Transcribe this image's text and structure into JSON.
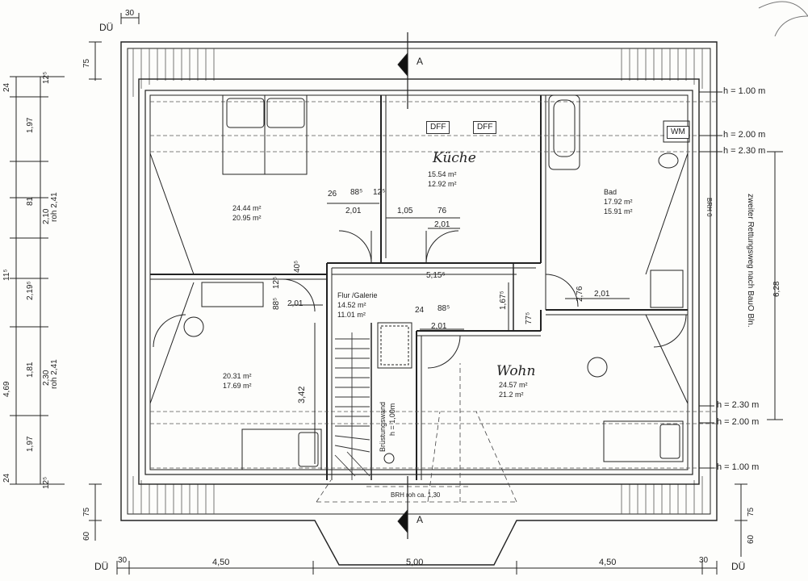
{
  "section_marks": {
    "top": "A",
    "bottom": "A"
  },
  "corner_labels": {
    "top_left": "DÜ",
    "bottom_left": "DÜ",
    "bottom_right": "DÜ"
  },
  "heights": {
    "h100_top": "h = 1.00 m",
    "h200_top": "h = 2.00 m",
    "h230_top": "h = 2.30 m",
    "h230_bottom": "h = 2.30 m",
    "h200_bottom": "h = 2.00 m",
    "h100_bottom": "h = 1.00 m"
  },
  "rooms": {
    "bedroom_top": {
      "area1": "24.44 m²",
      "area2": "20.95 m²"
    },
    "kitchen": {
      "name": "Küche",
      "area1": "15.54 m²",
      "area2": "12.92 m²",
      "dff1": "DFF",
      "dff2": "DFF"
    },
    "bath": {
      "name": "Bad",
      "area1": "17.92 m²",
      "area2": "15.91 m²",
      "wm": "WM"
    },
    "hall": {
      "name": "Flur /Galerie",
      "area1": "14.52 m²",
      "area2": "11.01 m²"
    },
    "bedroom_bottom": {
      "area1": "20.31 m²",
      "area2": "17.69 m²"
    },
    "living": {
      "name": "Wohn",
      "area1": "24.57 m²",
      "area2": "21.2 m²"
    }
  },
  "notes": {
    "railing": "Brüstungswand",
    "railing_h": "h = 1,00m",
    "escape": "zweiter Rettungsweg nach BauO Bln.",
    "brh_bottom": "BRH roh ca. 1,30",
    "brh": "BRH 0"
  },
  "dims_bottom": {
    "d30a": "30",
    "d450a": "4,50",
    "d500": "5,00",
    "d450b": "4,50",
    "d30b": "30"
  },
  "dims_top": {
    "d30": "30"
  },
  "dims_left": {
    "d75": "75",
    "d60": "60",
    "d24a": "24",
    "d197a": "1,97",
    "d81": "81",
    "d210": "2,10",
    "roh241a": "roh 2,41",
    "d11": "11⁵",
    "d219": "2,19⁵",
    "d181": "1,81",
    "d230": "2,30",
    "roh241b": "roh 2,41",
    "d469": "4,69",
    "d197b": "1,97",
    "d24b": "24",
    "d125a": "12⁵",
    "d125b": "12⁵"
  },
  "dims_right": {
    "d628": "6,28",
    "d75": "75",
    "d60": "60"
  },
  "dims_inner": {
    "d26": "26",
    "d885a": "88⁵",
    "d125": "12⁵",
    "d201a": "2,01",
    "d105": "1,05",
    "d76": "76",
    "d201b": "2,01",
    "d405": "40⁵",
    "d515": "5,15⁵",
    "d125c": "12⁵",
    "d885b": "88⁵",
    "d201c": "2,01",
    "d24": "24",
    "d885c": "88⁵",
    "d201d": "2,01",
    "d342": "3,42",
    "d1675": "1,67⁵",
    "d775": "77⁵",
    "d276": "2,76",
    "d201e": "2,01"
  }
}
